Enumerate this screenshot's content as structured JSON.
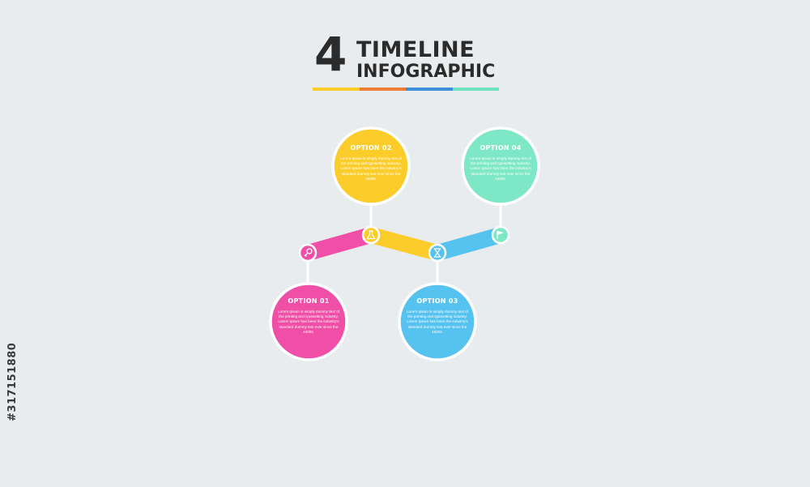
{
  "title": {
    "number": "4",
    "line1": "TIMELINE",
    "line2": "INFOGRAPHIC",
    "bar_colors": [
      "#fccd2a",
      "#ef7d33",
      "#3e8fd9",
      "#6fe2c2"
    ]
  },
  "options": [
    {
      "label": "OPTION 01",
      "text": "Lorem Ipsum is simply dummy text of the printing and typesetting industry. Lorem Ipsum has been the industry's standard dummy text ever since the 1500s.",
      "color": "#ef4fa6",
      "icon": "key-icon"
    },
    {
      "label": "OPTION 02",
      "text": "Lorem Ipsum is simply dummy text of the printing and typesetting industry. Lorem Ipsum has been the industry's standard dummy text ever since the 1500s.",
      "color": "#fccd2a",
      "icon": "flask-icon"
    },
    {
      "label": "OPTION 03",
      "text": "Lorem Ipsum is simply dummy text of the printing and typesetting industry. Lorem Ipsum has been the industry's standard dummy text ever since the 1500s.",
      "color": "#56c2ef",
      "icon": "hourglass-icon"
    },
    {
      "label": "OPTION 04",
      "text": "Lorem Ipsum is simply dummy text of the printing and typesetting industry. Lorem Ipsum has been the industry's standard dummy text ever since the 1500s.",
      "color": "#7ee8c6",
      "icon": "flag-icon"
    }
  ],
  "watermark": "#317151880"
}
